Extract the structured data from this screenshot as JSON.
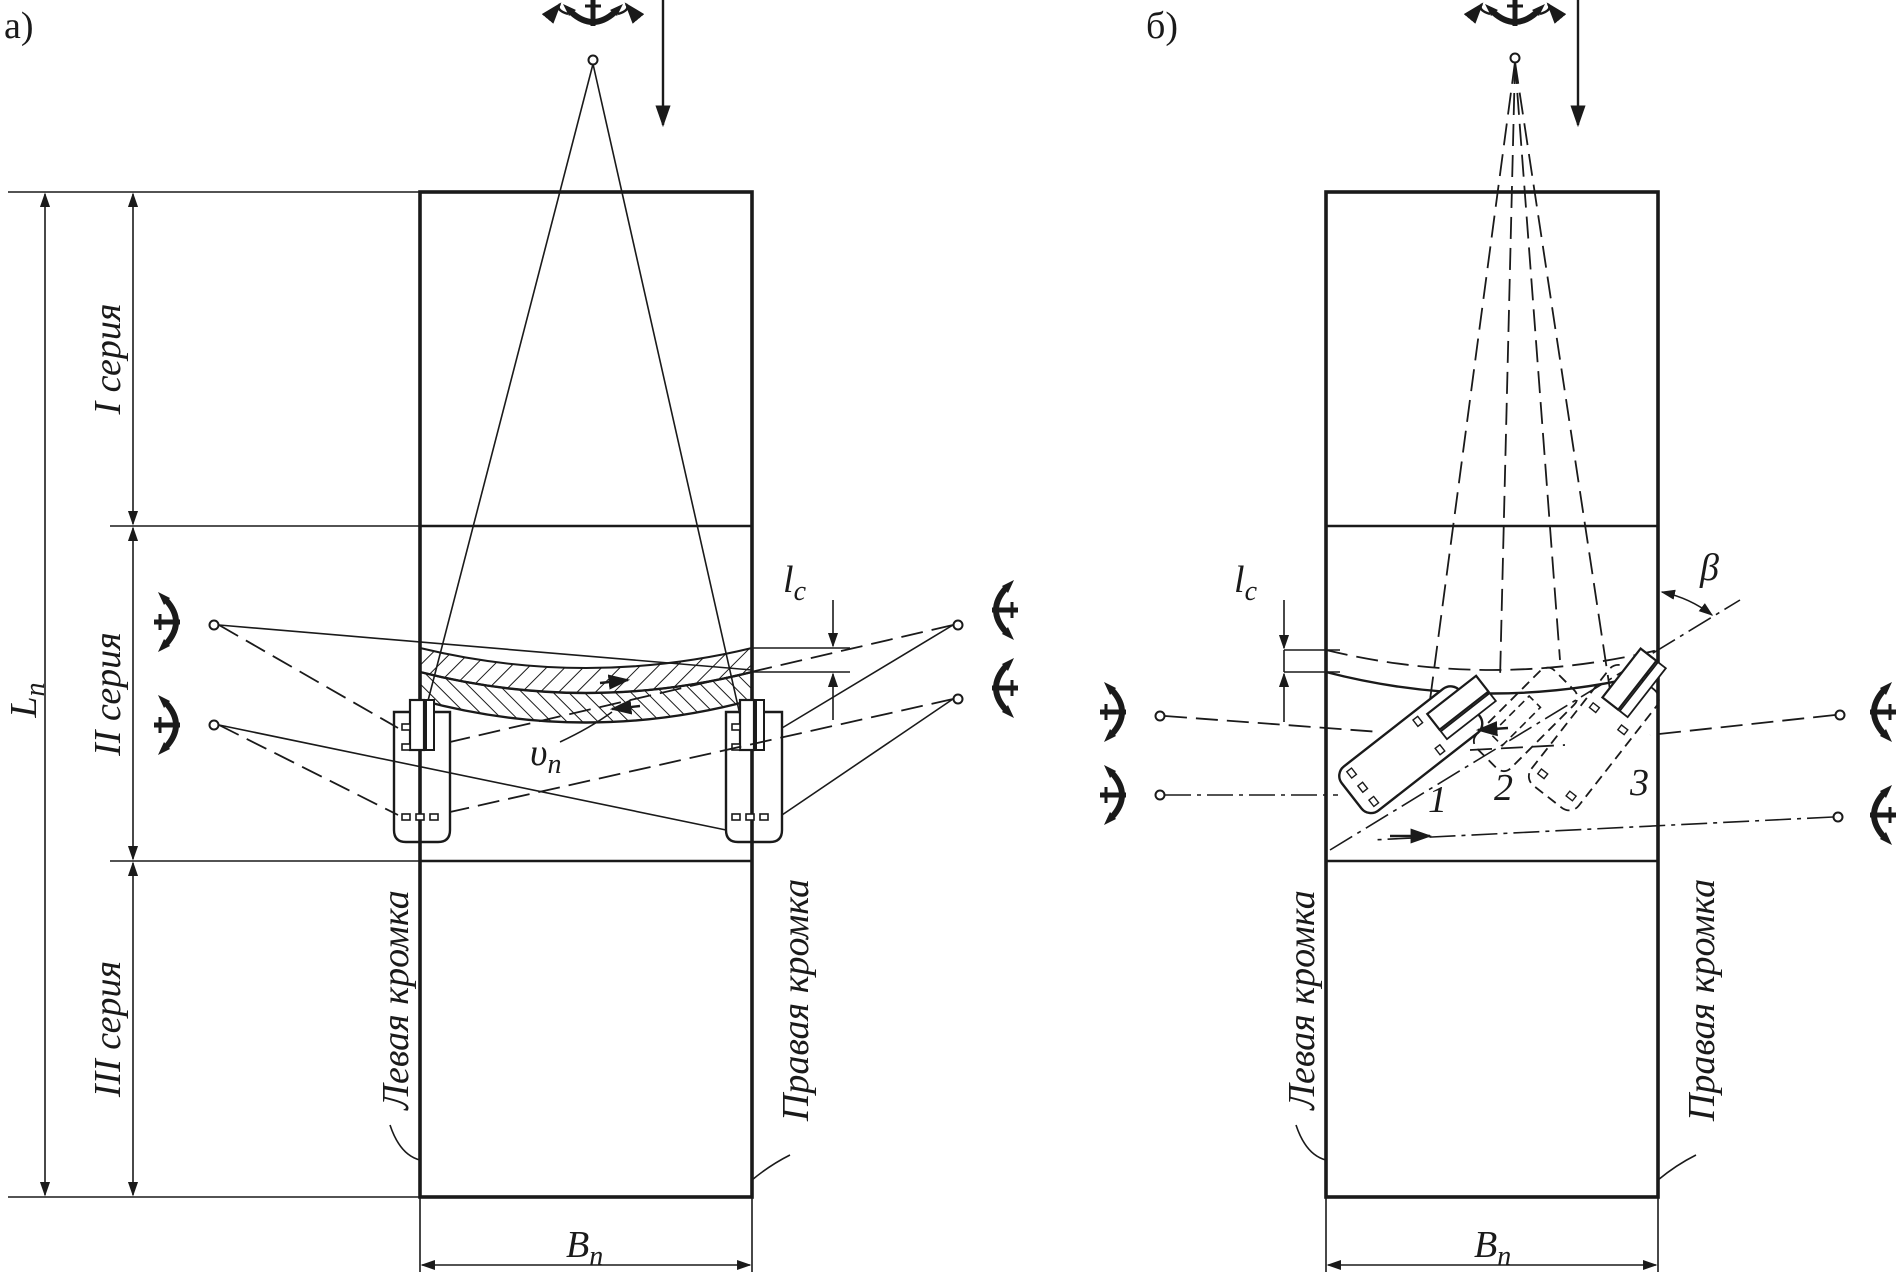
{
  "panel_a": {
    "label": "а)",
    "series": [
      "I серия",
      "II серия",
      "III серия"
    ],
    "total_length": "L",
    "total_length_sub": "п",
    "width": "B",
    "width_sub": "п",
    "speed": "υ",
    "speed_sub": "п",
    "step": "l",
    "step_sub": "с",
    "left_edge": "Левая кромка",
    "right_edge": "Правая кромка"
  },
  "panel_b": {
    "label": "б)",
    "width": "B",
    "width_sub": "п",
    "step": "l",
    "step_sub": "с",
    "angle": "β",
    "positions": [
      "1",
      "2",
      "3"
    ],
    "left_edge": "Левая кромка",
    "right_edge": "Правая кромка"
  }
}
